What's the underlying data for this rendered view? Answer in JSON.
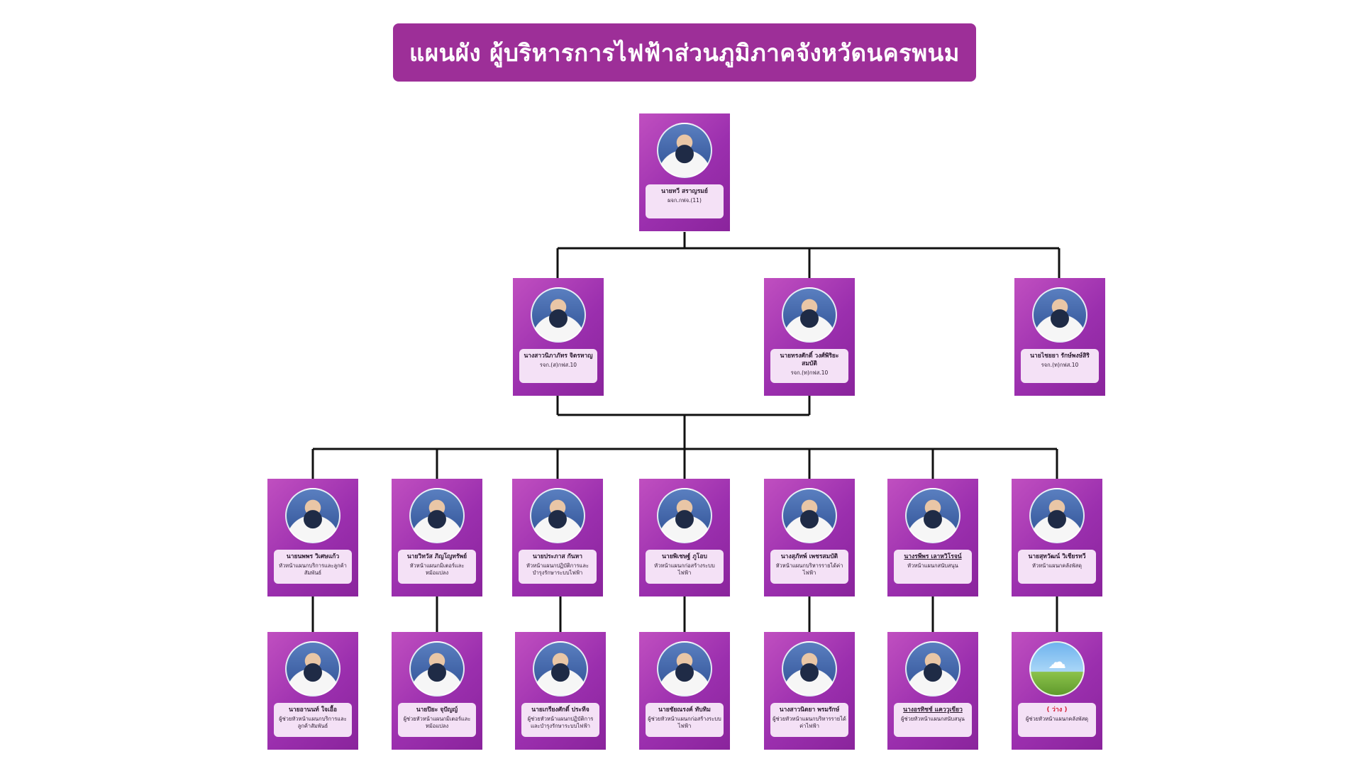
{
  "title": "แผนผัง ผู้บริหารการไฟฟ้าส่วนภูมิภาคจังหวัดนครพนม",
  "icons": {
    "person": "person-photo-icon",
    "vacant": "vacant-placeholder-icon"
  },
  "colors": {
    "banner": "#9d2f98",
    "card": "#9b2fae",
    "info_box": "#f4e1f6",
    "vacant_text": "#d6233a"
  },
  "chief": {
    "name": "นายทวี สราญรมย์",
    "role": "ผจก.กฟจ.(11)"
  },
  "deputies": [
    {
      "name": "นางสาวนิภาภัทร จิตรหาญ",
      "role": "รจก.(ส)กฟส.10"
    },
    {
      "name": "นายทรงศักดิ์ วงศ์พิริยะสมบัติ",
      "role": "รจก.(ท)กฟส.10"
    },
    {
      "name": "นายไชยยา รักษ์พงษ์สิริ",
      "role": "รจก.(ท)กฟส.10"
    }
  ],
  "heads": [
    {
      "name": "นายนพพร วิเศษแก้ว",
      "role": "หัวหน้าแผนกบริการและลูกค้าสัมพันธ์"
    },
    {
      "name": "นายวิทวัส ภิญโญทรัพย์",
      "role": "หัวหน้าแผนกมิเตอร์และหม้อแปลง"
    },
    {
      "name": "นายประภาส กันหา",
      "role": "หัวหน้าแผนกปฏิบัติการและบำรุงรักษาระบบไฟฟ้า"
    },
    {
      "name": "นายพิเชษฐ์ ภูโอบ",
      "role": "หัวหน้าแผนกก่อสร้างระบบไฟฟ้า"
    },
    {
      "name": "นางสุภัทพ์ เพชรสมบัติ",
      "role": "หัวหน้าแผนกบริหารรายได้ค่าไฟฟ้า"
    },
    {
      "name": "นางรพีพร เลาหวิโรจน์",
      "role": "หัวหน้าแผนกสนับสนุน"
    },
    {
      "name": "นายสุทวัฒน์ วิเชียรทวี",
      "role": "หัวหน้าแผนกคลังพัสดุ"
    }
  ],
  "assistants": [
    {
      "name": "นายอานนท์ ใจเอื้อ",
      "role": "ผู้ช่วยหัวหน้าแผนกบริการและลูกค้าสัมพันธ์"
    },
    {
      "name": "นายปิยะ จุปัญญ์",
      "role": "ผู้ช่วยหัวหน้าแผนกมิเตอร์และหม้อแปลง"
    },
    {
      "name": "นายเกรียงศักดิ์ ประทีจ",
      "role": "ผู้ช่วยหัวหน้าแผนกปฏิบัติการและบำรุงรักษาระบบไฟฟ้า"
    },
    {
      "name": "นายชัยณรงค์ ทับทิม",
      "role": "ผู้ช่วยหัวหน้าแผนกก่อสร้างระบบไฟฟ้า"
    },
    {
      "name": "นางสาวนิตยา พรมรักษ์",
      "role": "ผู้ช่วยหัวหน้าแผนกบริหารรายได้ค่าไฟฟ้า"
    },
    {
      "name": "นางอรทิชช์ แคววูเขียว",
      "role": "ผู้ช่วยหัวหน้าแผนกสนับสนุน"
    },
    {
      "name": "( ว่าง )",
      "role": "ผู้ช่วยหัวหน้าแผนกคลังพัสดุ"
    }
  ]
}
